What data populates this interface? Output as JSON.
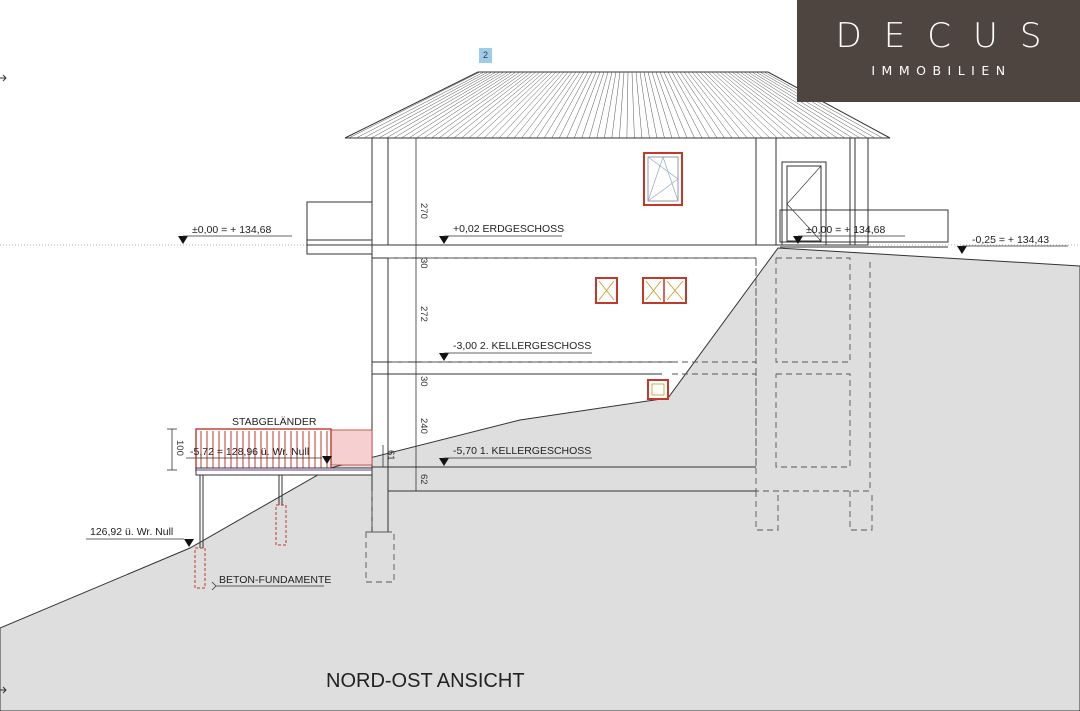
{
  "brand": {
    "name": "DECUS",
    "subtitle": "IMMOBILIEN"
  },
  "marker": "2",
  "title": "NORD-OST ANSICHT",
  "levels": {
    "ref_left": "±0,00 = + 134,68",
    "ref_right": "±0,00 = + 134,68",
    "terrain_right": "-0,25 = + 134,43",
    "erdgeschoss": "+0,02 ERDGESCHOSS",
    "kg2": "-3,00 2. KELLERGESCHOSS",
    "kg1": "-5,70 1. KELLERGESCHOSS",
    "terrace": "-5,72 = 128,96 ü. Wr. Null",
    "ground_low": "126,92 ü. Wr. Null"
  },
  "labels": {
    "railing": "STABGELÄNDER",
    "foundations": "BETON-FUNDAMENTE"
  },
  "dimensions": {
    "eg_height": "270",
    "slab1": "30",
    "kg2_height": "272",
    "slab2": "30",
    "kg1_height": "240",
    "step": "61",
    "foundation": "62",
    "railing_height": "100"
  },
  "colors": {
    "ground": "#dedede",
    "line": "#333333",
    "window": "#c0392b",
    "railing": "#c0392b",
    "logo_bg": "#4e4440"
  }
}
